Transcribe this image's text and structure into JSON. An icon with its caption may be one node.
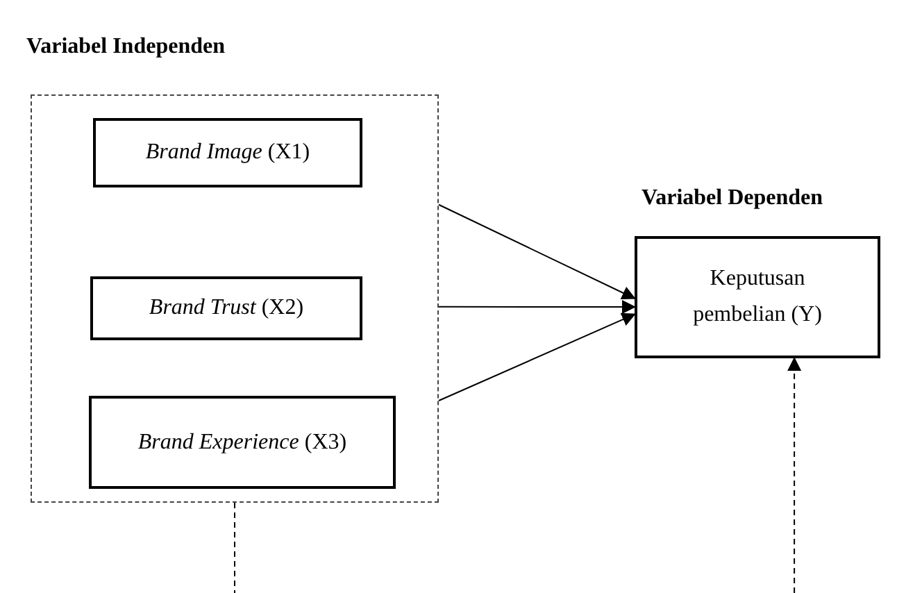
{
  "diagram": {
    "nodes": [
      {
        "text": [
          "Variabel Independen"
        ]
      },
      {
        "text": [
          "*Brand Image* (X1)"
        ],
        "in": 0
      },
      {
        "text": [
          "*Brand Trust* (X2)"
        ],
        "in": 0
      },
      {
        "text": [
          "*Brand Experience* (X3)"
        ],
        "in": 0
      },
      {
        "text": [
          "Variabel Dependen",
          "Keputusan pembelian (Y)"
        ]
      }
    ],
    "edges": [
      {
        "from": 0,
        "to": 4,
        "arrow": "to"
      },
      {
        "from": 0,
        "to": 4,
        "arrow": "to"
      },
      {
        "from": 0,
        "to": 4,
        "arrow": "to"
      },
      {
        "from": 0,
        "to": null,
        "arrow": "none",
        "style": "dashed"
      },
      {
        "from": null,
        "to": 4,
        "arrow": "to",
        "style": "dashed"
      }
    ]
  }
}
